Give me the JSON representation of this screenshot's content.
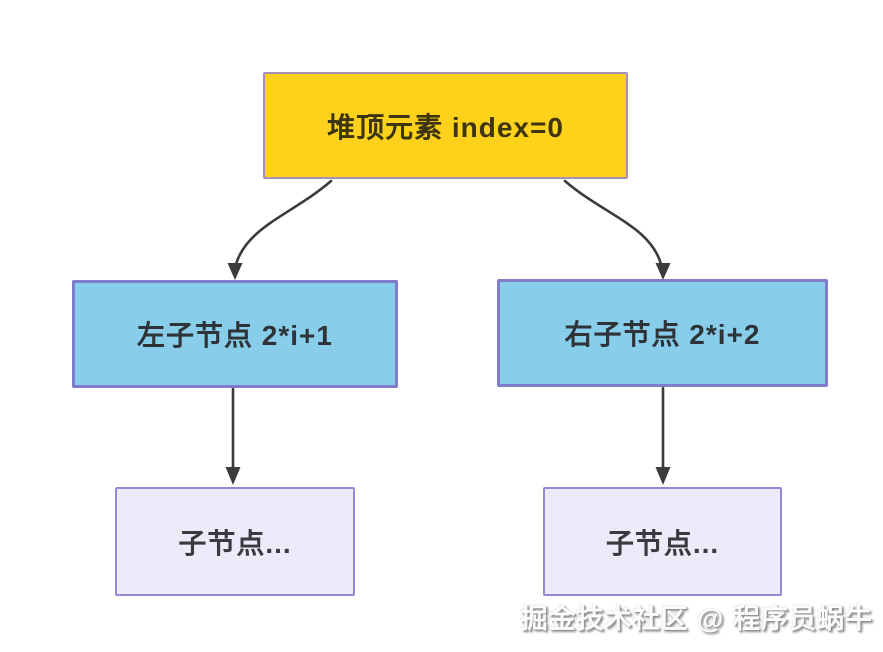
{
  "diagram": {
    "description": "Binary heap array index relationship diagram",
    "nodes": {
      "root": {
        "id": "root",
        "label": "堆顶元素 index=0"
      },
      "left": {
        "id": "left",
        "label": "左子节点 2*i+1"
      },
      "right": {
        "id": "right",
        "label": "右子节点 2*i+2"
      },
      "leaf_left": {
        "id": "leaf_left",
        "label": "子节点..."
      },
      "leaf_right": {
        "id": "leaf_right",
        "label": "子节点..."
      }
    },
    "edges": [
      {
        "from": "root",
        "to": "left",
        "style": "curved-arrow"
      },
      {
        "from": "root",
        "to": "right",
        "style": "curved-arrow"
      },
      {
        "from": "left",
        "to": "leaf_left",
        "style": "straight-arrow"
      },
      {
        "from": "right",
        "to": "leaf_right",
        "style": "straight-arrow"
      }
    ],
    "colors": {
      "root_fill": "#fed21b",
      "root_border": "#a591b5",
      "child_fill": "#88cde9",
      "child_border": "#7f7cc9",
      "leaf_fill": "#edeaf9",
      "leaf_border": "#9a86d8",
      "arrow": "#3b3b3b"
    },
    "watermark": "掘金技术社区 @ 程序员蜗牛"
  }
}
